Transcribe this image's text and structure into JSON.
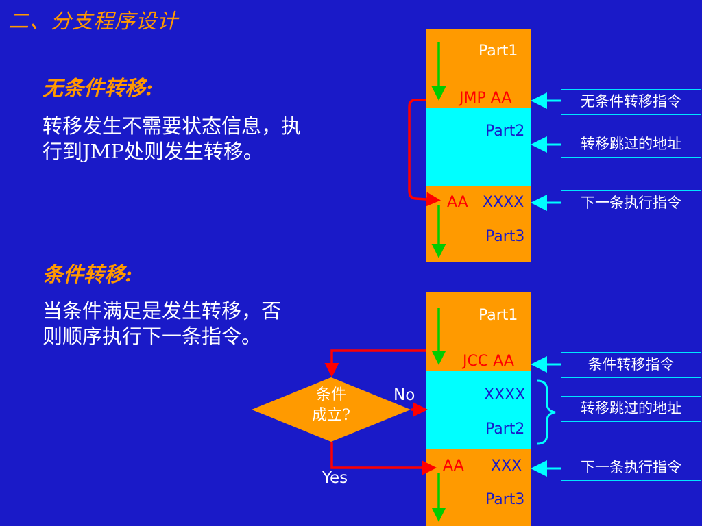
{
  "title": "二、分支程序设计",
  "section1": {
    "heading": "无条件转移:",
    "text": "转移发生不需要状态信息，执行到JMP处则发生转移。"
  },
  "section2": {
    "heading": "条件转移:",
    "text": "当条件满足是发生转移，否则顺序执行下一条指令。"
  },
  "diagram1": {
    "part1": "Part1",
    "jmp": "JMP AA",
    "part2": "Part2",
    "aa": "AA",
    "xxxx": "XXXX",
    "part3": "Part3",
    "labels": [
      "无条件转移指令",
      "转移跳过的地址",
      "下一条执行指令"
    ]
  },
  "diagram2": {
    "part1": "Part1",
    "jcc": "JCC AA",
    "xxxx": "XXXX",
    "part2": "Part2",
    "aa": "AA",
    "xxx": "XXX",
    "part3": "Part3",
    "decision_line1": "条件",
    "decision_line2": "成立?",
    "no": "No",
    "yes": "Yes",
    "labels": [
      "条件转移指令",
      "转移跳过的地址",
      "下一条执行指令"
    ]
  },
  "colors": {
    "background": "#1a1ac8",
    "accent": "#ff9900",
    "cyan": "#00ffff",
    "arrow_red": "#ff0000",
    "arrow_green": "#00cc00"
  }
}
